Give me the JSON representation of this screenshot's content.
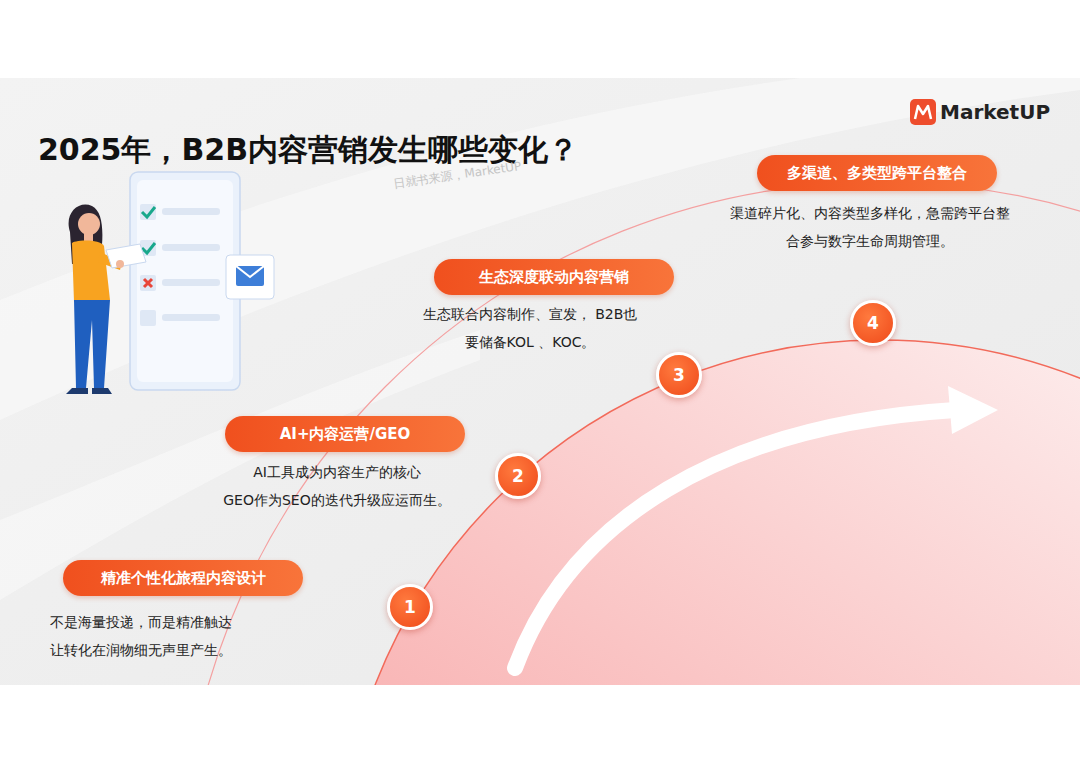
{
  "diagram": {
    "title": "2025年，B2B内容营销发生哪些变化？",
    "nodes": [
      {
        "text": [
          "精准个性化旅程内容设计",
          "不是海量投递，而是精准触达 让转化在润物细无声里产生。"
        ]
      },
      {
        "text": [
          "1"
        ]
      },
      {
        "text": [
          "AI+内容运营/GEO",
          "AI工具成为内容生产的核心 GEO作为SEO的迭代升级应运而生。"
        ]
      },
      {
        "text": [
          "2"
        ]
      },
      {
        "text": [
          "生态深度联动内容营销",
          "生态联合内容制作、宣发， B2B也 要储备KOL 、KOC。"
        ]
      },
      {
        "text": [
          "3"
        ]
      },
      {
        "text": [
          "多渠道、多类型跨平台整合",
          "渠道碎片化、内容类型多样化，急需跨平台整 合参与数字生命周期管理。"
        ]
      },
      {
        "text": [
          "4"
        ]
      }
    ],
    "labels": [
      "MarketUP",
      "日就书来源，MarketUP"
    ]
  }
}
